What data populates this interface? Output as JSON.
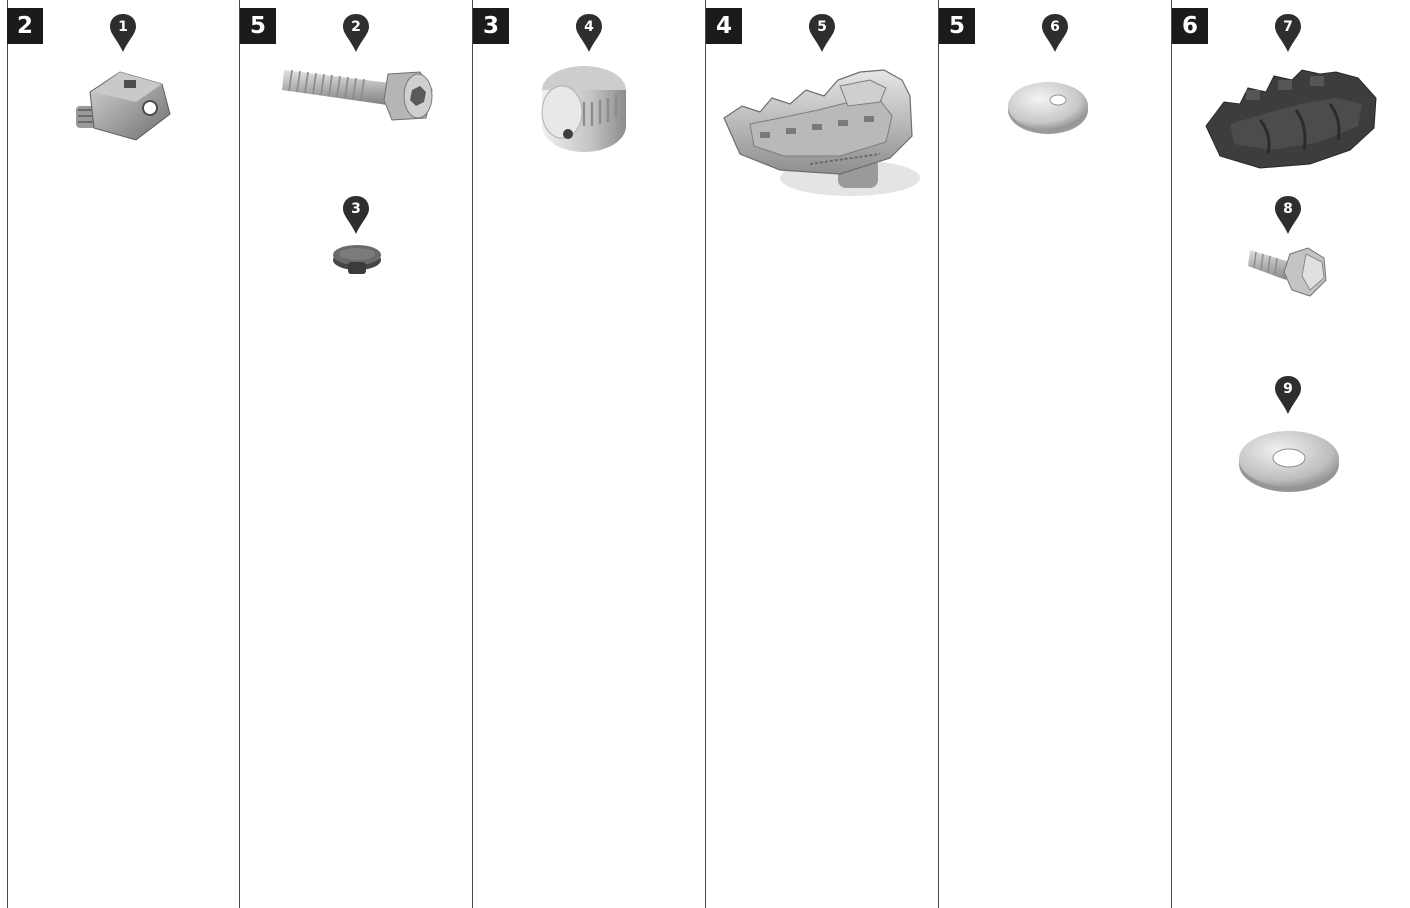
{
  "columns": [
    {
      "quantity": "2",
      "parts": [
        {
          "number": "1"
        }
      ]
    },
    {
      "quantity": "5",
      "parts": [
        {
          "number": "2"
        },
        {
          "number": "3"
        }
      ]
    },
    {
      "quantity": "3",
      "parts": [
        {
          "number": "4"
        }
      ]
    },
    {
      "quantity": "4",
      "parts": [
        {
          "number": "5"
        }
      ]
    },
    {
      "quantity": "5",
      "parts": [
        {
          "number": "6"
        }
      ]
    },
    {
      "quantity": "6",
      "parts": [
        {
          "number": "7"
        },
        {
          "number": "8"
        },
        {
          "number": "9"
        }
      ]
    }
  ],
  "colors": {
    "badge": "#1b1b1b",
    "marker": "#2e2e2e",
    "divider": "#4a4a4a",
    "metal": "#b8b8b8",
    "rubber": "#3a3a3a"
  }
}
